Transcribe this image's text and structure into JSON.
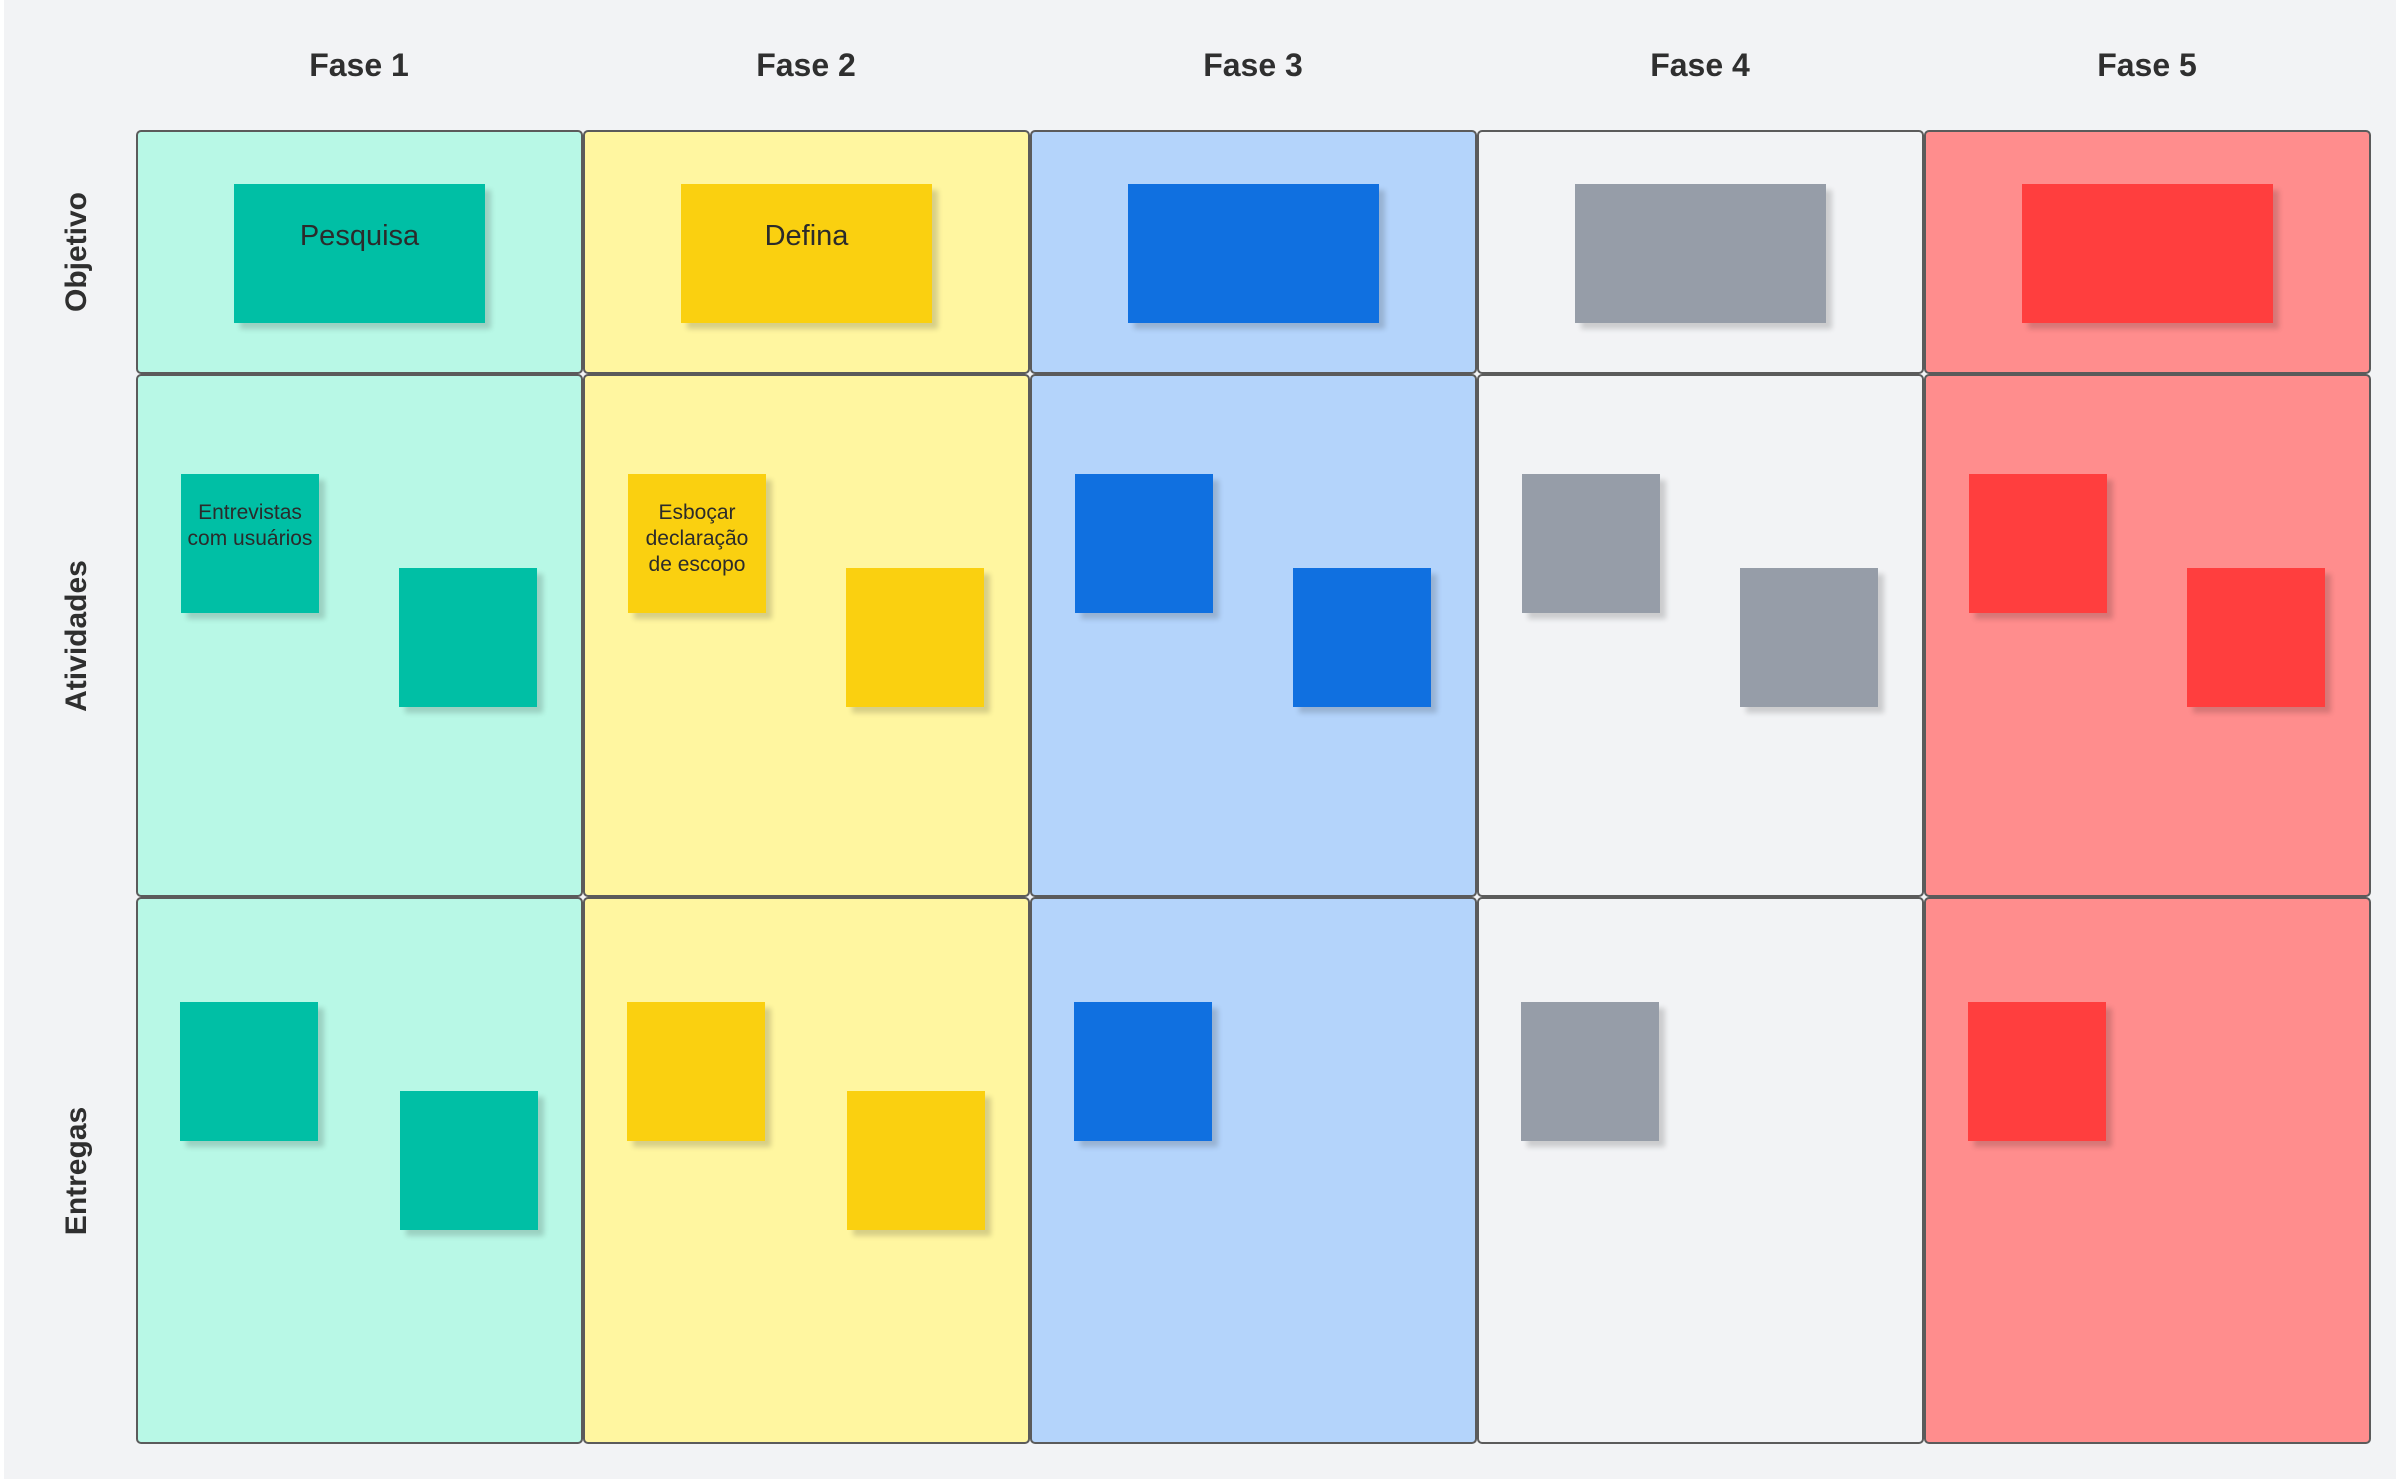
{
  "phases": [
    "Fase 1",
    "Fase 2",
    "Fase 3",
    "Fase 4",
    "Fase 5"
  ],
  "rows": [
    "Objetivo",
    "Atividades",
    "Entregas"
  ],
  "colors": {
    "column_bg": [
      "#b8f8e6",
      "#fff6a0",
      "#b4d4fb",
      "#f2f3f5",
      "#ff8d8d"
    ],
    "note": [
      "#00bfa5",
      "#fad010",
      "#1070e0",
      "#969da8",
      "#ff3e3e"
    ],
    "border": "#5b5b5b",
    "board": "#f2f3f5"
  },
  "notes": {
    "objetivo": [
      "Pesquisa",
      "Defina",
      "",
      "",
      ""
    ],
    "atividades_first": [
      "Entrevistas com usuários",
      "Esboçar declaração de escopo",
      "",
      "",
      ""
    ]
  }
}
